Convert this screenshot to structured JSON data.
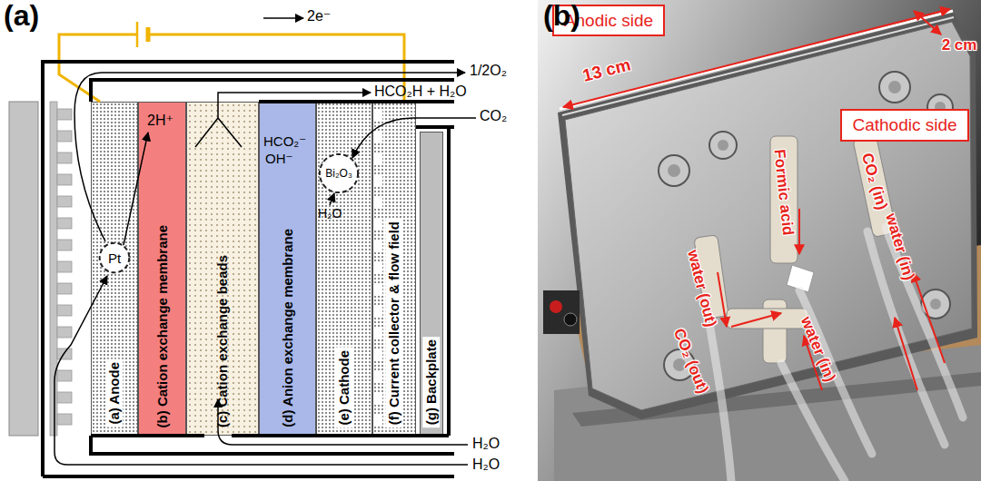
{
  "diagram": {
    "nodes": [
      {
        "text": [
          "(a) Anode"
        ]
      },
      {
        "text": [
          "Pt"
        ],
        "in": 0
      },
      {
        "text": [
          "(b) Cation exchange membrane"
        ]
      },
      {
        "text": [
          "(c) Cation exchange beads"
        ]
      },
      {
        "text": [
          "(d) Anion exchange membrane"
        ]
      },
      {
        "text": [
          "(e) Cathode"
        ]
      },
      {
        "text": [
          "Bi₂O₃"
        ],
        "in": 5
      },
      {
        "text": [
          "(f) Current collector & flow field"
        ]
      },
      {
        "text": [
          "(g) Backplate"
        ]
      },
      {
        "text": [
          "Anodic side"
        ]
      },
      {
        "text": [
          "Cathodic side"
        ]
      }
    ],
    "edges": [
      {
        "from": 0,
        "to": 7,
        "arrow": "none"
      }
    ],
    "labels": [
      "(a)",
      "2e⁻",
      "1/2O₂",
      "HCO₂H + H₂O",
      "CO₂",
      "2H⁺",
      "HCO₂⁻",
      "OH⁻",
      "H₂O",
      "H₂O",
      "H₂O",
      "(b)",
      "13 cm",
      "2 cm",
      "Formic acid",
      "CO₂ (in)",
      "water (in)",
      "water (out)",
      "CO₂ (out)",
      "water (in)"
    ]
  }
}
